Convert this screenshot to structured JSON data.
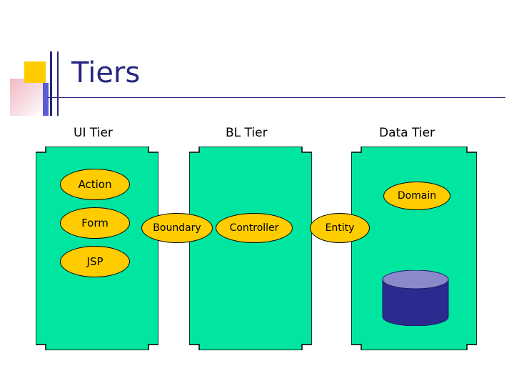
{
  "slide": {
    "title": "Tiers",
    "tiers": [
      {
        "id": "ui",
        "label": "UI Tier"
      },
      {
        "id": "bl",
        "label": "BL Tier"
      },
      {
        "id": "data",
        "label": "Data Tier"
      }
    ],
    "nodes": [
      {
        "id": "action",
        "label": "Action"
      },
      {
        "id": "form",
        "label": "Form"
      },
      {
        "id": "jsp",
        "label": "JSP"
      },
      {
        "id": "boundary",
        "label": "Boundary"
      },
      {
        "id": "controller",
        "label": "Controller"
      },
      {
        "id": "entity",
        "label": "Entity"
      },
      {
        "id": "domain",
        "label": "Domain"
      }
    ],
    "database": {
      "label": ""
    },
    "colors": {
      "title": "#26277E",
      "tier_fill": "#00E5A0",
      "tier_stroke": "#000000",
      "node_fill": "#FFCC00",
      "node_stroke": "#000000",
      "db_body": "#2B2B8F",
      "db_top": "#8A8ACB",
      "accent_yellow": "#FFCC00",
      "accent_blue": "#5B5BD6"
    }
  }
}
